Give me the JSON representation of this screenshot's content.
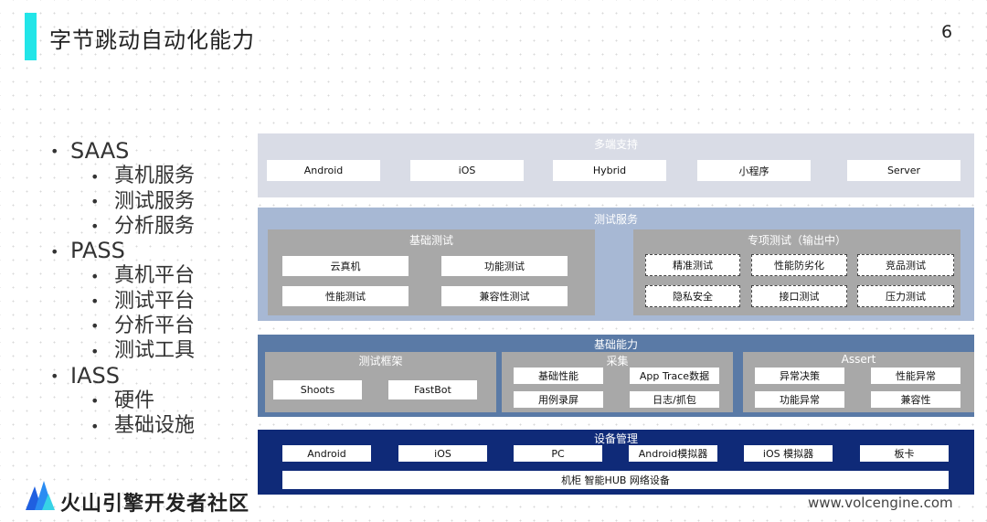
{
  "slide": {
    "title": "字节跳动自动化能力",
    "page_number": "6",
    "logo_text": "火山引擎开发者社区",
    "url": "www.volcengine.com"
  },
  "bullets": [
    {
      "label": "SAAS",
      "children": [
        "真机服务",
        "测试服务",
        "分析服务"
      ]
    },
    {
      "label": "PASS",
      "children": [
        "真机平台",
        "测试平台",
        "分析平台",
        "测试工具"
      ]
    },
    {
      "label": "IASS",
      "children": [
        "硬件",
        "基础设施"
      ]
    }
  ],
  "diagram": {
    "multi_platform": {
      "title": "多端支持",
      "items": [
        "Android",
        "iOS",
        "Hybrid",
        "小程序",
        "Server"
      ]
    },
    "test_service": {
      "title": "测试服务",
      "basic": {
        "title": "基础测试",
        "items": [
          "云真机",
          "功能测试",
          "性能测试",
          "兼容性测试"
        ]
      },
      "special": {
        "title": "专项测试（输出中）",
        "items": [
          "精准测试",
          "性能防劣化",
          "竞品测试",
          "隐私安全",
          "接口测试",
          "压力测试"
        ]
      }
    },
    "base_capability": {
      "title": "基础能力",
      "framework": {
        "title": "测试框架",
        "items": [
          "Shoots",
          "FastBot"
        ]
      },
      "collect": {
        "title": "采集",
        "items": [
          "基础性能",
          "App Trace数据",
          "用例录屏",
          "日志/抓包"
        ]
      },
      "assert": {
        "title": "Assert",
        "items": [
          "异常决策",
          "性能异常",
          "功能异常",
          "兼容性"
        ]
      }
    },
    "device_mgmt": {
      "title": "设备管理",
      "items": [
        "Android",
        "iOS",
        "PC",
        "Android模拟器",
        "iOS 模拟器",
        "板卡"
      ],
      "bottom": "机柜 智能HUB 网络设备"
    },
    "colors": {
      "layer1": "#d9dce6",
      "layer2": "#a7b8d4",
      "layer3": "#5a7aa6",
      "layer4": "#0f2a78",
      "inner_gray": "#a8a8a8",
      "accent": "#22e5e8"
    }
  }
}
